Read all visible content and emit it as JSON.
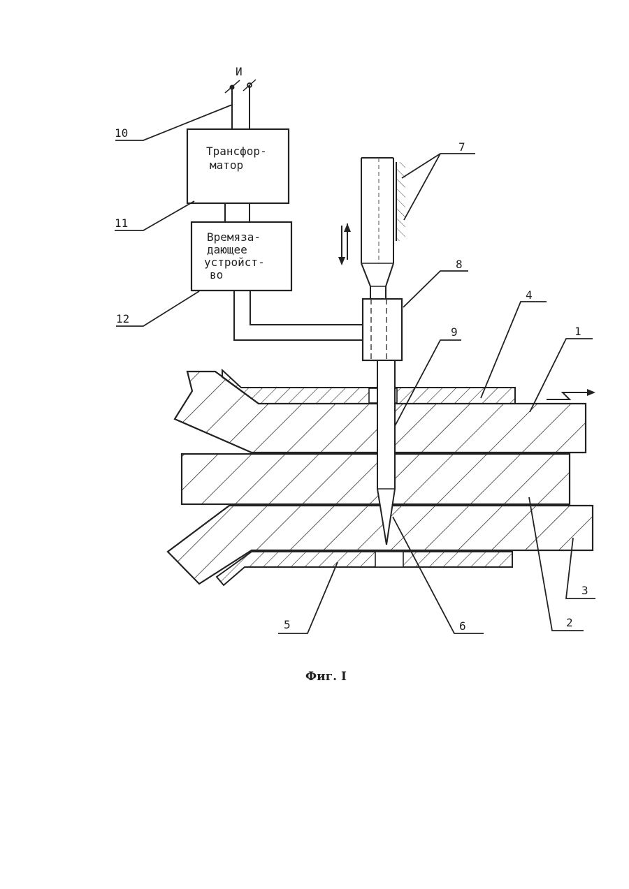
{
  "supply_label": "И",
  "blocks": {
    "transformer": [
      "Трансфор-",
      "матор"
    ],
    "timer": [
      "Времяза-",
      "дающее",
      "устройст-",
      "во"
    ]
  },
  "callouts": [
    "10",
    "11",
    "12",
    "7",
    "8",
    "9",
    "4",
    "1",
    "5",
    "6",
    "2",
    "3"
  ],
  "caption": "Фиг. I"
}
